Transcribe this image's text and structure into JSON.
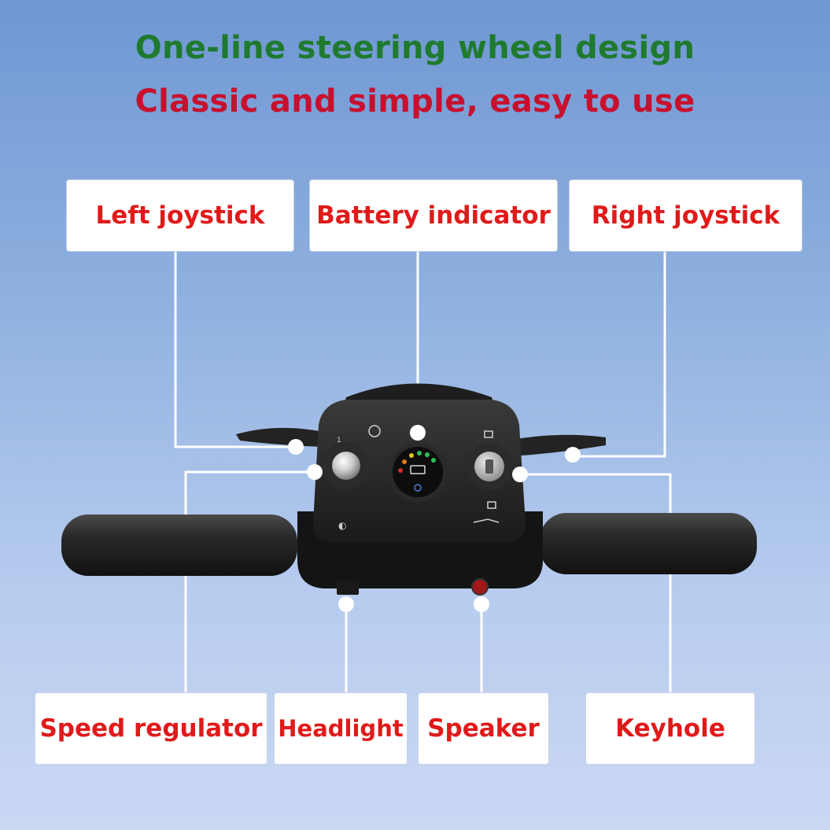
{
  "headlines": {
    "line1": "One-line steering wheel design",
    "line2": "Classic and simple, easy to use"
  },
  "labels": {
    "left_joystick": "Left joystick",
    "battery_indicator": "Battery indicator",
    "right_joystick": "Right joystick",
    "speed_regulator": "Speed regulator",
    "headlight": "Headlight",
    "speaker": "Speaker",
    "keyhole": "Keyhole"
  },
  "colors": {
    "headline1": "#1f7a2f",
    "headline2": "#c8102e",
    "label_text": "#e01a1a",
    "background_top": "#6f97d3",
    "background_bottom": "#cad8f4"
  }
}
